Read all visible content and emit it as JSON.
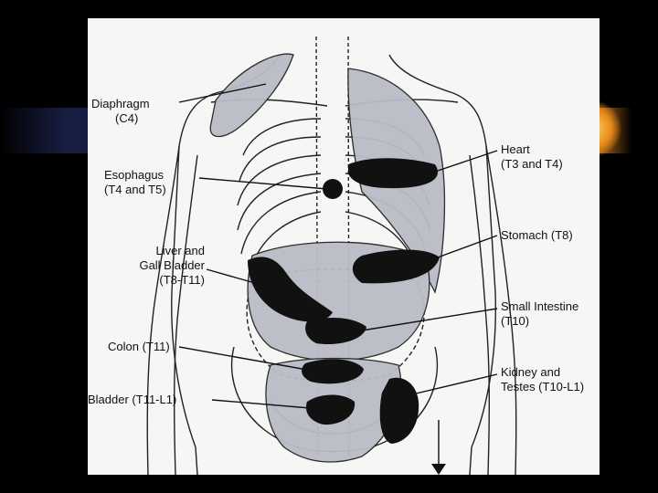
{
  "labels": {
    "diaphragm": {
      "name": "Diaphragm",
      "level": "(C4)"
    },
    "esophagus": {
      "name": "Esophagus",
      "level": "(T4 and T5)"
    },
    "liver": {
      "line1": "Liver and",
      "line2": "Gall Bladder",
      "level": "(T8-T11)"
    },
    "colon": {
      "text": "Colon (T11)"
    },
    "bladder": {
      "text": "Bladder (T11-L1)"
    },
    "heart": {
      "name": "Heart",
      "level": "(T3 and T4)"
    },
    "stomach": {
      "text": "Stomach (T8)"
    },
    "small_intestine": {
      "name": "Small Intestine",
      "level": "(T10)"
    },
    "kidney": {
      "line1": "Kidney and",
      "line2": "Testes (T10-L1)"
    }
  },
  "colors": {
    "background": "#000000",
    "paper": "#f6f6f4",
    "shade": "#b9bcc6",
    "ink": "#111111"
  }
}
